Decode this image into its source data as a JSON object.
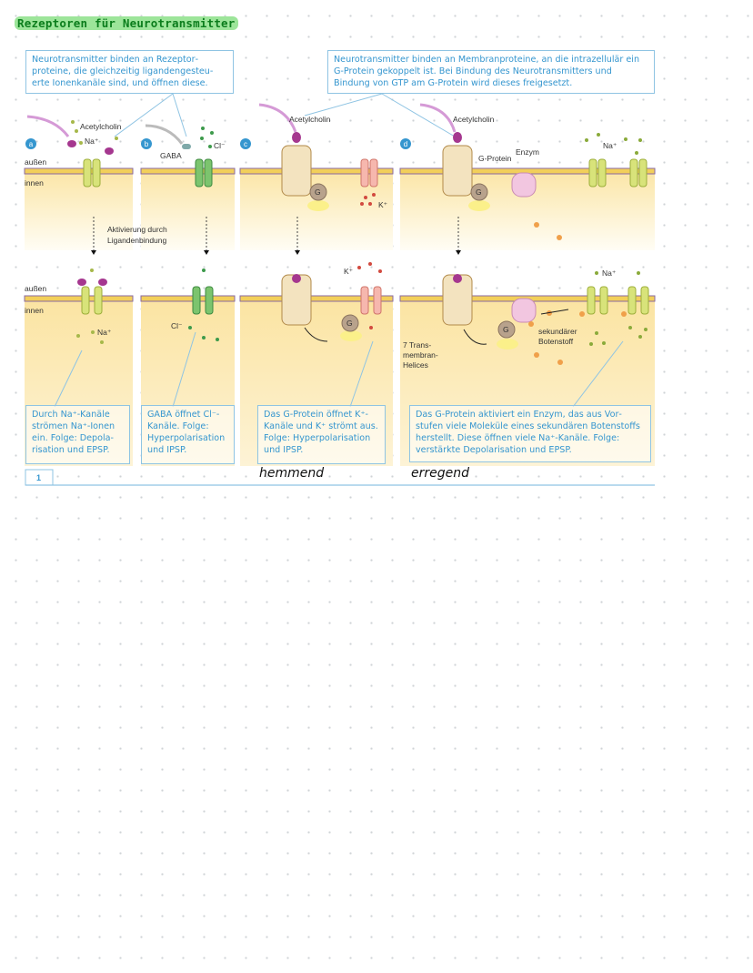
{
  "title": "Rezeptoren für Neurotransmitter",
  "captions_top": {
    "ionotropic": "Neurotransmitter binden an Rezeptor­proteine, die gleichzeitig ligandengesteu­erte Ionenkanäle sind, und öffnen diese.",
    "metabotropic": "Neurotransmitter binden an Membranproteine, an die intrazellulär ein G-Protein gekoppelt ist. Bei Bindung des Neurotransmitters und Bindung von GTP am G-Protein wird dieses freigesetzt."
  },
  "diagram": {
    "panel_letters": [
      "a",
      "b",
      "c",
      "d"
    ],
    "outside_label": "außen",
    "inside_label": "innen",
    "acetylcholin": "Acetylcholin",
    "gaba": "GABA",
    "na": "Na⁺",
    "cl": "Cl⁻",
    "k": "K⁺",
    "g": "G",
    "g_protein": "G-Protein",
    "enzym": "Enzym",
    "activation": [
      "Aktivierung durch",
      "Ligandenbindung"
    ],
    "helices": [
      "7 Trans-",
      "membran-",
      "Helices"
    ],
    "second_messenger": [
      "sekundärer",
      "Botenstoff"
    ]
  },
  "captions_bottom": {
    "a": "Durch Na⁺-Kanäle strömen Na⁺-Ionen ein. Folge: Depola­risation und EPSP.",
    "b": "GABA öffnet Cl⁻-Kanäle. Folge: Hyperpolarisation und IPSP.",
    "c": "Das G-Protein öffnet K⁺-Kanäle und K⁺ strömt aus. Folge: Hyperpolari­sation und IPSP.",
    "d": "Das G-Protein aktiviert ein Enzym, das aus Vor­stufen viele Moleküle eines sekundären Boten­stoffs herstellt. Diese öffnen viele Na⁺-Kanäle. Folge: verstärkte Depolarisation und EPSP."
  },
  "figure_number": "1",
  "handwritten": {
    "inhibitory": "hemmend",
    "excitatory": "erregend"
  },
  "colors": {
    "caption_blue": "#3596cf",
    "highlight": "#9de59a",
    "membrane": "#f2cf5a"
  }
}
